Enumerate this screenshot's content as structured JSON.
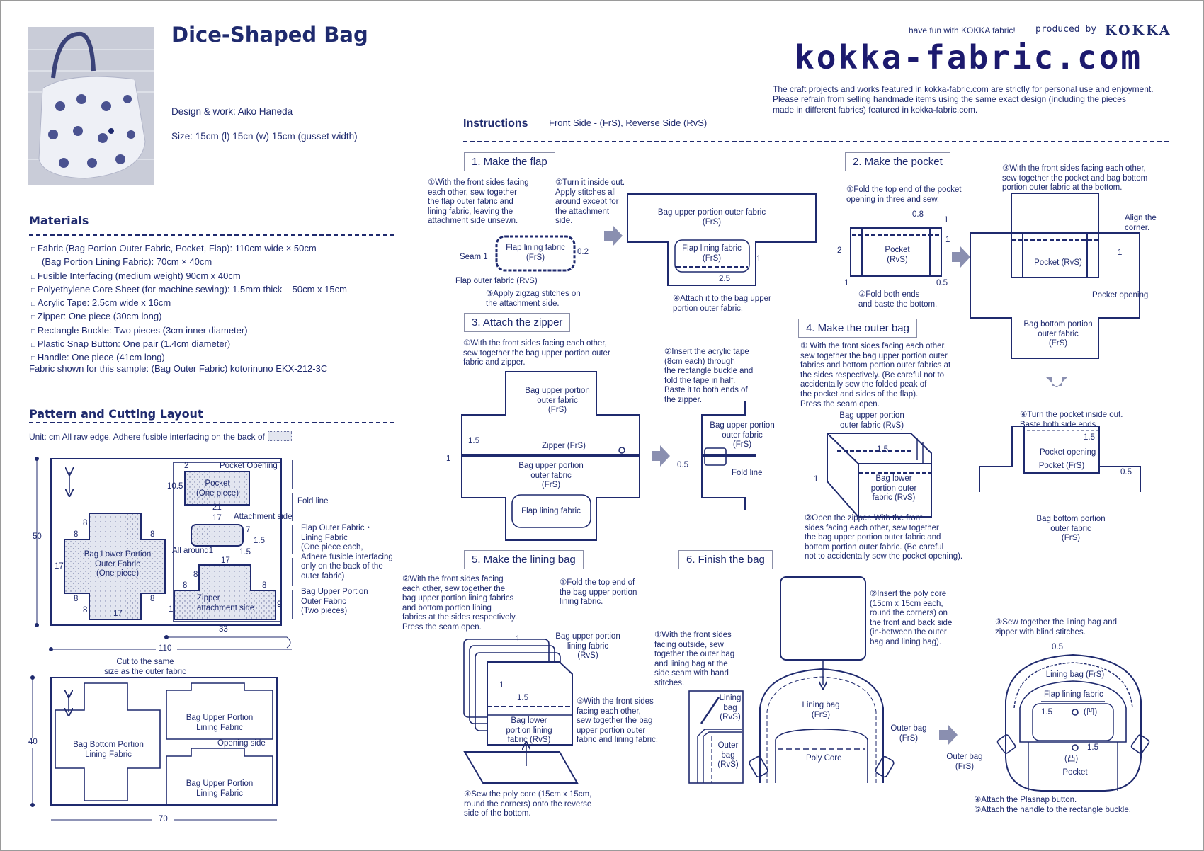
{
  "header": {
    "title": "Dice-Shaped Bag",
    "design": "Design & work: Aiko Haneda",
    "size": "Size: 15cm (l)  15cn (w)  15cm (gusset width)",
    "tagline": "have fun with KOKKA fabric!",
    "produced_by": "produced by",
    "brand": "KOKKA",
    "site_logo": "kokka-fabric.com",
    "disclaimer": "The craft projects and works featured in kokka-fabric.com are strictly for personal use and enjoyment.\nPlease refrain from selling handmade items using the same exact design (including the pieces\nmade in different fabrics) featured in kokka-fabric.com."
  },
  "materials": {
    "heading": "Materials",
    "items": [
      "Fabric (Bag Portion Outer Fabric, Pocket, Flap): 110cm wide × 50cm",
      "(Bag Portion Lining Fabric): 70cm × 40cm",
      "Fusible Interfacing (medium weight)  90cm x 40cm",
      "Polyethylene Core Sheet (for machine sewing): 1.5mm thick – 50cm x 15cm",
      "Acrylic Tape: 2.5cm wide x 16cm",
      "Zipper: One piece (30cm long)",
      "Rectangle Buckle: Two pieces (3cm inner diameter)",
      "Plastic Snap Button: One pair (1.4cm diameter)",
      "Handle: One piece (41cm long)"
    ],
    "sample": "Fabric shown for this sample: (Bag Outer Fabric) kotorinuno EKX-212-3C"
  },
  "cutting": {
    "heading": "Pattern and Cutting Layout",
    "unit_note": "Unit: cm   All raw edge.  Adhere fusible interfacing on the back of",
    "outer": {
      "height": "50",
      "width": "110",
      "pocket_opening": "Pocket Opening",
      "pocket": "Pocket\n(One piece)",
      "d2": "2",
      "d10_5": "10.5",
      "d21": "21",
      "fold_line": "Fold line",
      "d17a": "17",
      "attachment_side": "Attachment side",
      "flap_label": "Flap Outer Fabric・\nLining Fabric\n(One piece each,\nAdhere fusible interfacing\nonly on the back of the\nouter fabric)",
      "d7": "7",
      "d1_5a": "1.5",
      "d1_5b": "1.5",
      "all_around": "All around1",
      "d17b": "17",
      "d8": "8",
      "zipper_side": "Zipper\nattachment side",
      "d1": "1",
      "d9": "9",
      "d33": "33",
      "upper_label": "Bag Upper Portion\nOuter Fabric\n(Two pieces)",
      "lower_label": "Bag Lower Portion\nOuter Fabric\n(One piece)",
      "d17": "17"
    },
    "lining": {
      "height": "40",
      "width": "70",
      "note": "Cut to the same\nsize as the outer fabric",
      "bottom": "Bag Bottom Portion\nLining Fabric",
      "upper1": "Bag Upper Portion\nLining Fabric",
      "opening_side": "Opening side",
      "upper2": "Bag Upper Portion\nLining Fabric"
    }
  },
  "instructions": {
    "heading": "Instructions",
    "legend": "Front Side - (FrS), Reverse Side (RvS)",
    "s1": {
      "title": "1. Make the flap",
      "a1": "①With the front sides facing\neach other, sew together\nthe flap outer fabric and\nlining fabric, leaving the\nattachment side unsewn.",
      "a2": "②Turn it inside out.\nApply stitches all\naround except for\nthe attachment\nside.",
      "flap": "Flap lining fabric\n(FrS)",
      "d0_2": "0.2",
      "seam": "Seam 1",
      "outer": "Flap outer fabric (RvS)",
      "a3": "③Apply zigzag stitches on\nthe attachment side.",
      "upper": "Bag upper portion outer fabric\n(FrS)",
      "flap2": "Flap lining fabric\n(FrS)",
      "d1": "1",
      "d2_5": "2.5",
      "a4": "④Attach it to the bag upper\nportion outer fabric."
    },
    "s2": {
      "title": "2. Make the pocket",
      "a1": "①Fold the top end of the pocket\nopening in three and sew.",
      "d0_8": "0.8",
      "d1": "1",
      "d2": "2",
      "pocket": "Pocket\n(RvS)",
      "d0_5": "0.5",
      "a2": "②Fold both ends\nand baste the bottom.",
      "a3": "③With the front sides facing each other,\nsew together the pocket and bag bottom\nportion outer fabric at the bottom.",
      "align": "Align the\ncorner.",
      "pocket_rvs": "Pocket (RvS)",
      "opening": "Pocket opening",
      "bottom": "Bag bottom portion\nouter fabric\n(FrS)",
      "a4": "④Turn the pocket inside out.\nBaste both side ends.",
      "d1_5": "1.5",
      "pocket_frs": "Pocket (FrS)"
    },
    "s3": {
      "title": "3. Attach the zipper",
      "a1": "①With the front sides facing each other,\nsew together the bag upper portion outer\nfabric and zipper.",
      "upper": "Bag upper portion\nouter fabric\n(FrS)",
      "d1_5": "1.5",
      "d1": "1",
      "zipper": "Zipper (FrS)",
      "flap": "Flap lining fabric",
      "a2": "②Insert the acrylic tape\n(8cm each) through\nthe rectangle buckle and\nfold the tape in half.\nBaste it to both ends of\nthe zipper.",
      "d0_5": "0.5",
      "fold": "Fold line"
    },
    "s4": {
      "title": "4. Make the outer bag",
      "a1": "① With the front sides facing each other,\nsew together the bag upper portion outer\nfabrics and bottom portion outer fabrics at\nthe sides respectively. (Be careful not to\naccidentally sew the folded peak of\nthe pocket and sides of the flap).\nPress the seam open.",
      "upper": "Bag upper portion\nouter fabric (RvS)",
      "d1_5": "1.5",
      "d1": "1",
      "lower": "Bag lower\nportion outer\nfabric (RvS)",
      "a2": "②Open the zipper. With the front\nsides facing each other, sew together\nthe bag upper portion outer fabric and\nbottom portion outer fabric. (Be careful\nnot to accidentally sew the pocket opening)."
    },
    "s5": {
      "title": "5. Make the lining bag",
      "a2": "②With the front sides facing\neach other, sew together the\nbag upper portion lining fabrics\nand bottom portion lining\nfabrics at the sides respectively.\nPress the seam open.",
      "a1": "①Fold the top end of\nthe bag upper portion\nlining fabric.",
      "d1": "1",
      "upper": "Bag upper portion\nlining fabric\n(RvS)",
      "d1_5": "1.5",
      "lower": "Bag lower\nportion lining\nfabric (RvS)",
      "a3": "③With the front sides\nfacing each other,\nsew together the bag\nupper portion outer\nfabric and lining fabric.",
      "a4": "④Sew the poly core (15cm x 15cm,\nround the corners) onto the reverse\nside of the bottom."
    },
    "s6": {
      "title": "6. Finish the bag",
      "a1": "①With the front sides\nfacing outside, sew\ntogether the outer bag\nand lining bag at the\nside seam with hand\nstitches.",
      "lining_rvs": "Lining\nbag\n(RvS)",
      "outer_rvs": "Outer\nbag\n(RvS)",
      "a2": "②Insert the poly core\n(15cm x 15cm each,\nround the corners) on\nthe front and back side\n(in-between the outer\nbag and lining bag).",
      "lining_frs": "Lining bag\n(FrS)",
      "poly": "Poly Core",
      "outer_frs": "Outer bag\n(FrS)",
      "a3": "③Sew together the lining bag and\nzipper with blind stitches.",
      "d0_5": "0.5",
      "lining_bag": "Lining bag (FrS)",
      "flap": "Flap lining fabric",
      "d1_5": "1.5",
      "female": "(凹)",
      "male": "(凸)",
      "pocket": "Pocket",
      "a45": "④Attach the Plasnap button.\n⑤Attach the handle to the rectangle buckle."
    }
  },
  "colors": {
    "ink": "#1f2a6e",
    "arrow": "#8a8fb0",
    "fill": "#e3e6f0"
  }
}
